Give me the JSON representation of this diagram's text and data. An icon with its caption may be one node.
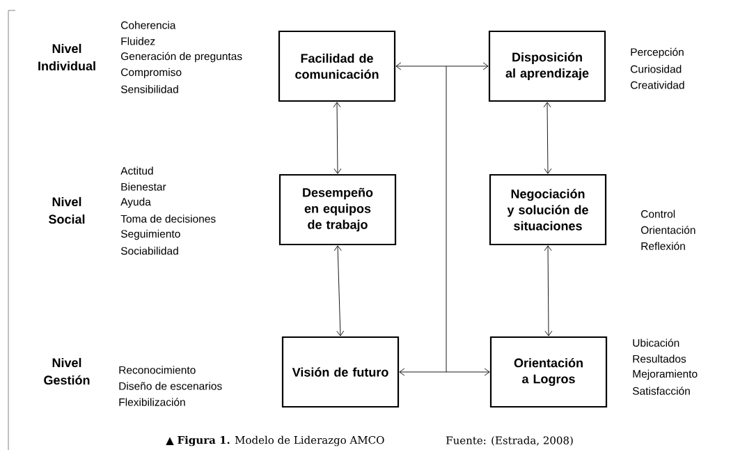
{
  "diagram": {
    "caption": "▲ **Figura 1.** Modelo de Liderazgo AMCO",
    "nodes": [
      {
        "text": [
          "Facilidad de comunicación"
        ],
        "beside": [
          "Coherencia",
          "Fluidez",
          "Generación de preguntas",
          "Compromiso",
          "Sensibilidad"
        ]
      },
      {
        "text": [
          "Disposición al aprendizaje"
        ],
        "beside": [
          "Percepción",
          "Curiosidad",
          "Creatividad"
        ]
      },
      {
        "text": [
          "Desempeño en equipos de trabajo"
        ],
        "beside": [
          "Actitud",
          "Bienestar",
          "Ayuda",
          "Toma de decisiones",
          "Seguimiento",
          "Sociabilidad"
        ]
      },
      {
        "text": [
          "Negociación y solución de situaciones"
        ],
        "beside": [
          "Control",
          "Orientación",
          "Reflexión"
        ]
      },
      {
        "text": [
          "Visión de futuro"
        ],
        "beside": [
          "Reconocimiento",
          "Diseño de escenarios",
          "Flexibilización"
        ]
      },
      {
        "text": [
          "Orientación a Logros"
        ],
        "beside": [
          "Ubicación",
          "Resultados",
          "Mejoramiento",
          "Satisfacción"
        ]
      }
    ],
    "edges": [
      {
        "from": 0,
        "to": 1,
        "arrow": "both"
      },
      {
        "from": 4,
        "to": 5,
        "arrow": "both"
      },
      {
        "from": 0,
        "to": 2,
        "arrow": "both"
      },
      {
        "from": 2,
        "to": 4,
        "arrow": "both"
      },
      {
        "from": 1,
        "to": 3,
        "arrow": "both"
      },
      {
        "from": 3,
        "to": 5,
        "arrow": "both"
      }
    ],
    "labels": [
      "Nivel Individual",
      "Nivel Social",
      "Nivel Gestión",
      "Fuente: (Estrada, 2008)"
    ]
  }
}
